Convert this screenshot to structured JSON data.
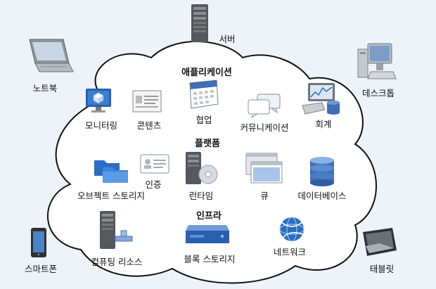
{
  "devices": {
    "server": "서버",
    "laptop": "노트북",
    "desktop": "데스크톱",
    "smartphone": "스마트폰",
    "tablet": "태블릿"
  },
  "applications": {
    "header": "애플리케이션",
    "monitoring": "모니터링",
    "content": "콘텐츠",
    "collaboration": "협업",
    "communication": "커뮤니케이션",
    "finance": "회계"
  },
  "platform": {
    "header": "플랫폼",
    "object_storage": "오브젝트 스토리지",
    "identity": "인증",
    "runtime": "런타임",
    "queue": "큐",
    "database": "데이터베이스"
  },
  "infrastructure": {
    "header": "인프라",
    "compute": "컴퓨팅 리소스",
    "block_storage": "블록 스토리지",
    "network": "네트워크"
  },
  "icons": [
    "server-icon",
    "laptop-icon",
    "desktop-icon",
    "smartphone-icon",
    "tablet-icon",
    "monitor-icon",
    "document-icon",
    "calendar-icon",
    "chat-icon",
    "finance-icon",
    "folder-icon",
    "id-card-icon",
    "runtime-server-icon",
    "queue-window-icon",
    "database-icon",
    "compute-server-icon",
    "block-storage-icon",
    "globe-icon"
  ],
  "colors": {
    "background": "#eef3f9",
    "cloud": "#ffffff",
    "cloud_border": "#111111",
    "accent_blue": "#2b6cc4"
  }
}
